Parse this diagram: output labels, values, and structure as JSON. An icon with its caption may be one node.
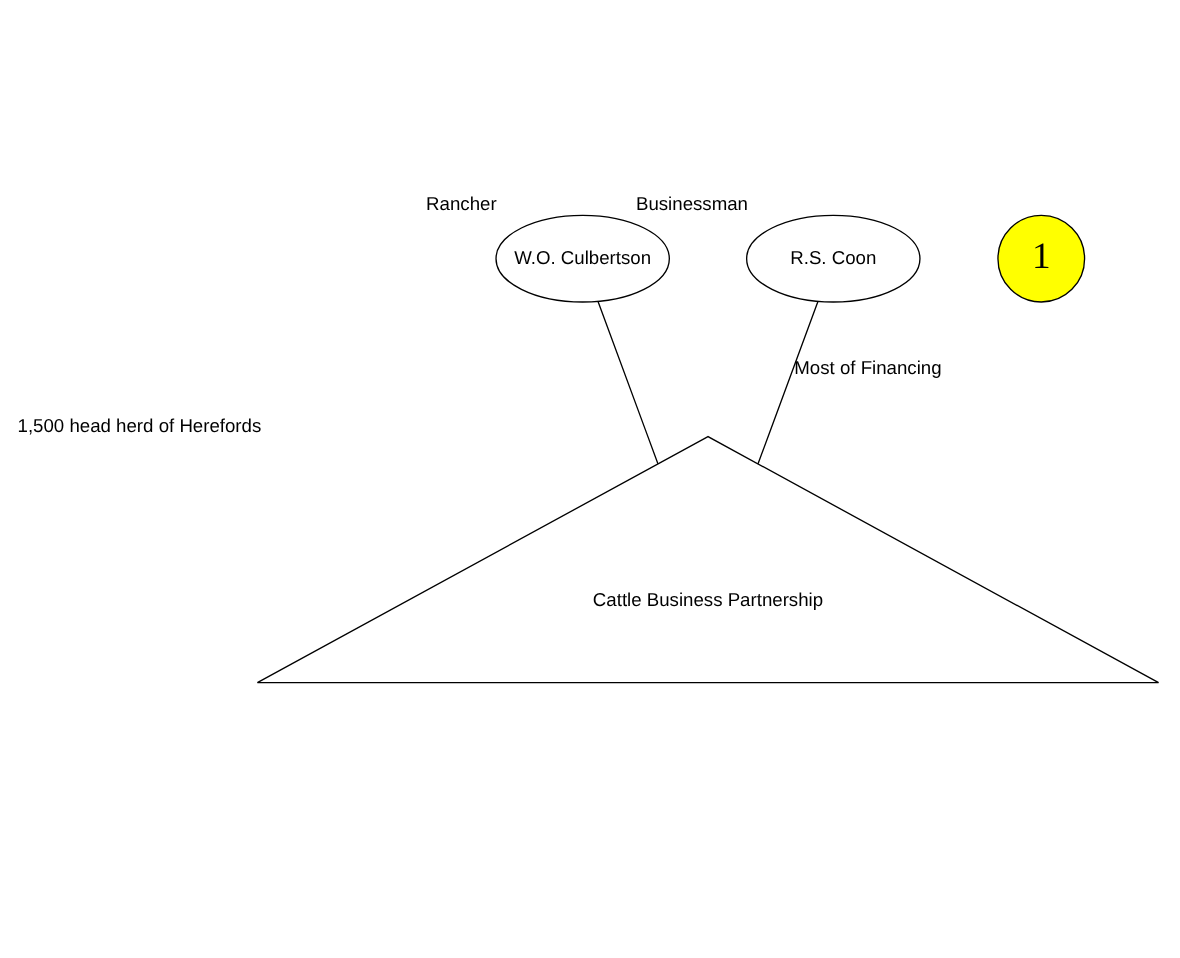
{
  "diagram": {
    "nodes": [
      {
        "text": [
          "W.O. Culbertson"
        ],
        "beside": [
          "Rancher"
        ]
      },
      {
        "text": [
          "R.S. Coon"
        ],
        "beside": [
          "Businessman"
        ]
      },
      {
        "text": [
          "Cattle Business Partnership"
        ],
        "beside": [
          "1,500 head herd of Herefords"
        ]
      },
      {
        "text": [
          "1"
        ]
      }
    ],
    "edges": [
      {
        "from": 0,
        "to": 2,
        "arrow": "none"
      },
      {
        "from": 1,
        "to": 2,
        "arrow": "none",
        "label": "Most of Financing"
      }
    ]
  }
}
